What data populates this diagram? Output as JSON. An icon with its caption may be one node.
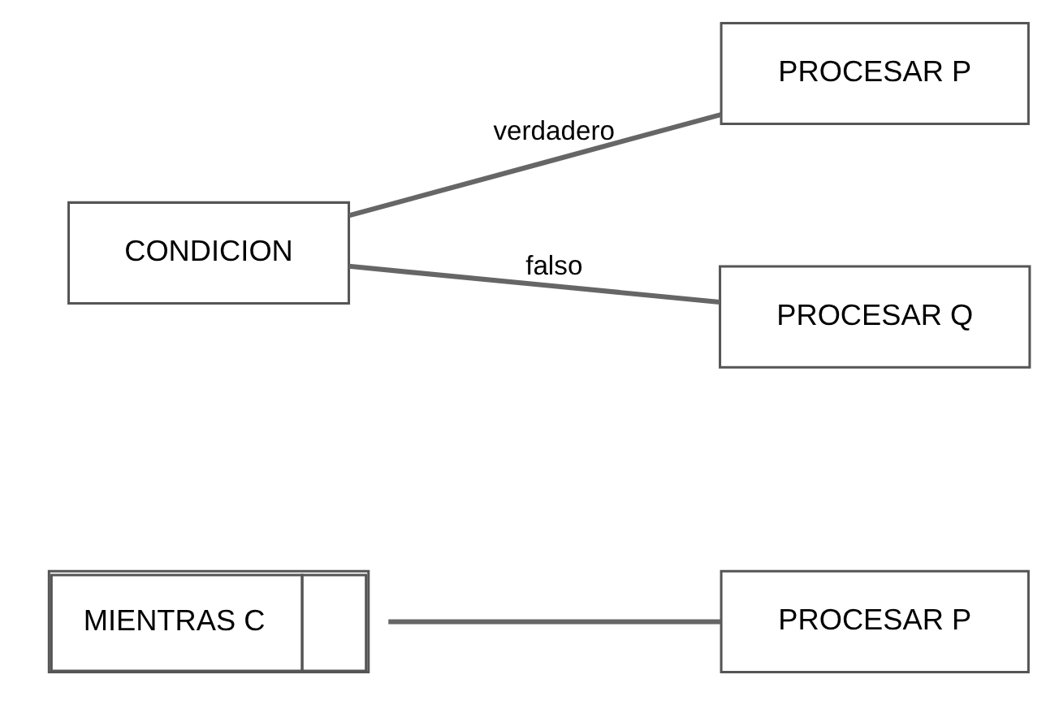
{
  "diagram": {
    "nodes": [
      {
        "text": [
          "MIENTRAS C"
        ]
      },
      {
        "text": [
          "PROCESAR P"
        ]
      },
      {
        "text": [
          "CONDICION"
        ]
      },
      {
        "text": [
          "PROCESAR P"
        ]
      },
      {
        "text": [
          "PROCESAR Q"
        ]
      }
    ],
    "edges": [
      {
        "from": 0,
        "to": 1,
        "arrow": "none"
      },
      {
        "from": 2,
        "to": 3,
        "arrow": "none",
        "label": "verdadero"
      },
      {
        "from": 2,
        "to": 4,
        "arrow": "none",
        "label": "falso"
      }
    ]
  }
}
